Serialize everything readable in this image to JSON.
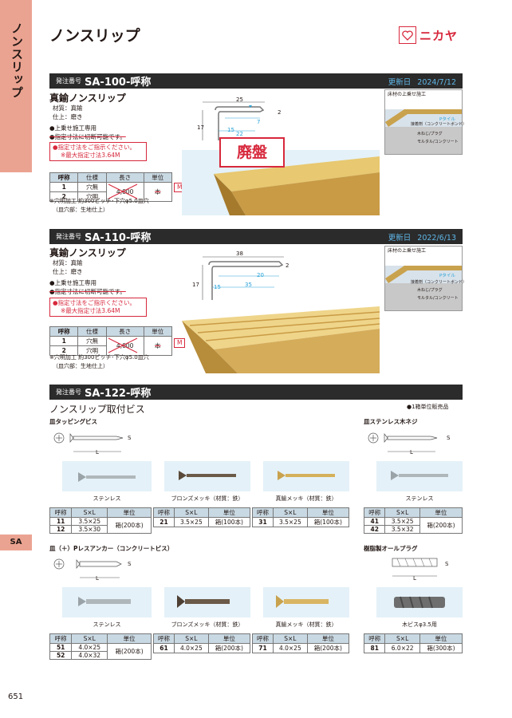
{
  "side": {
    "category": "ノンスリップ",
    "tab": "SA"
  },
  "page_title": "ノンスリップ",
  "logo_text": "ニカヤ",
  "page_number": "651",
  "sa100": {
    "order_label": "発注番号",
    "code": "SA-100-呼称",
    "date_label": "更新日",
    "date": "2024/7/12",
    "name": "真鍮ノンスリップ",
    "material": "材質：真鍮",
    "finish": "仕上：磨き",
    "bullet1": "●上乗せ施工専用",
    "bullet2": "●指定寸法に切断可能です。",
    "red1": "●指定寸法をご指示ください。",
    "red2": "※最大指定寸法3.64M",
    "stamp": "廃盤",
    "table_head": [
      "呼称",
      "仕様",
      "長さ",
      "単位"
    ],
    "rows": [
      [
        "1",
        "穴無"
      ],
      [
        "2",
        "穴明"
      ]
    ],
    "length": "4,000",
    "unit_old": "本",
    "unit_new": "M",
    "note1": "※穴明加工 約300ピッチ･下穴φ5.0皿穴",
    "note2": "（皿穴部：生地仕上）",
    "dims": {
      "w": "25",
      "h": "17",
      "t": "2",
      "a": "7",
      "b": "15",
      "c": "22"
    },
    "diagram": {
      "top": "床材の上乗せ施工",
      "p": "Pタイル",
      "glue": "接着剤（コンクリートボンド）",
      "plug": "木ねじ/プラグ",
      "mortar": "モルタル/コンクリート"
    }
  },
  "sa110": {
    "order_label": "発注番号",
    "code": "SA-110-呼称",
    "date_label": "更新日",
    "date": "2022/6/13",
    "name": "真鍮ノンスリップ",
    "material": "材質：真鍮",
    "finish": "仕上：磨き",
    "bullet1": "●上乗せ施工専用",
    "bullet2": "●指定寸法に切断可能です。",
    "red1": "●指定寸法をご指示ください。",
    "red2": "※最大指定寸法3.64M",
    "table_head": [
      "呼称",
      "仕様",
      "長さ",
      "単位"
    ],
    "rows": [
      [
        "1",
        "穴無"
      ],
      [
        "2",
        "穴明"
      ]
    ],
    "length": "4,000",
    "unit_old": "本",
    "unit_new": "M",
    "note1": "※穴明加工 約300ピッチ･下穴φ5.0皿穴",
    "note2": "（皿穴部：生地仕上）",
    "dims": {
      "w": "38",
      "h": "17",
      "t": "2",
      "a": "20",
      "b": "15",
      "c": "35"
    },
    "diagram": {
      "top": "床材の上乗せ施工",
      "p": "Pタイル",
      "glue": "接着剤（コンクリートボンド）",
      "plug": "木ねじ/プラグ",
      "mortar": "モルタル/コンクリート"
    }
  },
  "sa122": {
    "order_label": "発注番号",
    "code": "SA-122-呼称",
    "name": "ノンスリップ取付ビス",
    "box_note": "●1箱単位販売品",
    "tapping": {
      "title": "皿タッピングビス",
      "captions": [
        "ステンレス",
        "ブロンズメッキ（材質：鉄）",
        "真鍮メッキ（材質：鉄）"
      ],
      "tables": [
        {
          "head": [
            "呼称",
            "S×L",
            "単位"
          ],
          "rows": [
            [
              "11",
              "3.5×25",
              "箱(200本)"
            ],
            [
              "12",
              "3.5×30",
              ""
            ]
          ]
        },
        {
          "head": [
            "呼称",
            "S×L",
            "単位"
          ],
          "rows": [
            [
              "21",
              "3.5×25",
              "箱(100本)"
            ]
          ]
        },
        {
          "head": [
            "呼称",
            "S×L",
            "単位"
          ],
          "rows": [
            [
              "31",
              "3.5×25",
              "箱(100本)"
            ]
          ]
        }
      ]
    },
    "wood": {
      "title": "皿ステンレス木ネジ",
      "caption": "ステンレス",
      "table": {
        "head": [
          "呼称",
          "S×L",
          "単位"
        ],
        "rows": [
          [
            "41",
            "3.5×25",
            "箱(200本)"
          ],
          [
            "42",
            "3.5×32",
            ""
          ]
        ]
      }
    },
    "anchor": {
      "title": "皿（＋）Pレスアンカー（コンクリートビス）",
      "captions": [
        "ステンレス",
        "ブロンズメッキ（材質：鉄）",
        "真鍮メッキ（材質：鉄）"
      ],
      "tables": [
        {
          "head": [
            "呼称",
            "S×L",
            "単位"
          ],
          "rows": [
            [
              "51",
              "4.0×25",
              "箱(200本)"
            ],
            [
              "52",
              "4.0×32",
              ""
            ]
          ]
        },
        {
          "head": [
            "呼称",
            "S×L",
            "単位"
          ],
          "rows": [
            [
              "61",
              "4.0×25",
              "箱(200本)"
            ]
          ]
        },
        {
          "head": [
            "呼称",
            "S×L",
            "単位"
          ],
          "rows": [
            [
              "71",
              "4.0×25",
              "箱(200本)"
            ]
          ]
        }
      ]
    },
    "plug": {
      "title": "樹脂製オールプラグ",
      "caption": "木ビスφ3.5用",
      "table": {
        "head": [
          "呼称",
          "S×L",
          "単位"
        ],
        "rows": [
          [
            "81",
            "6.0×22",
            "箱(300本)"
          ]
        ]
      }
    },
    "dim_s": "S",
    "dim_l": "L"
  }
}
